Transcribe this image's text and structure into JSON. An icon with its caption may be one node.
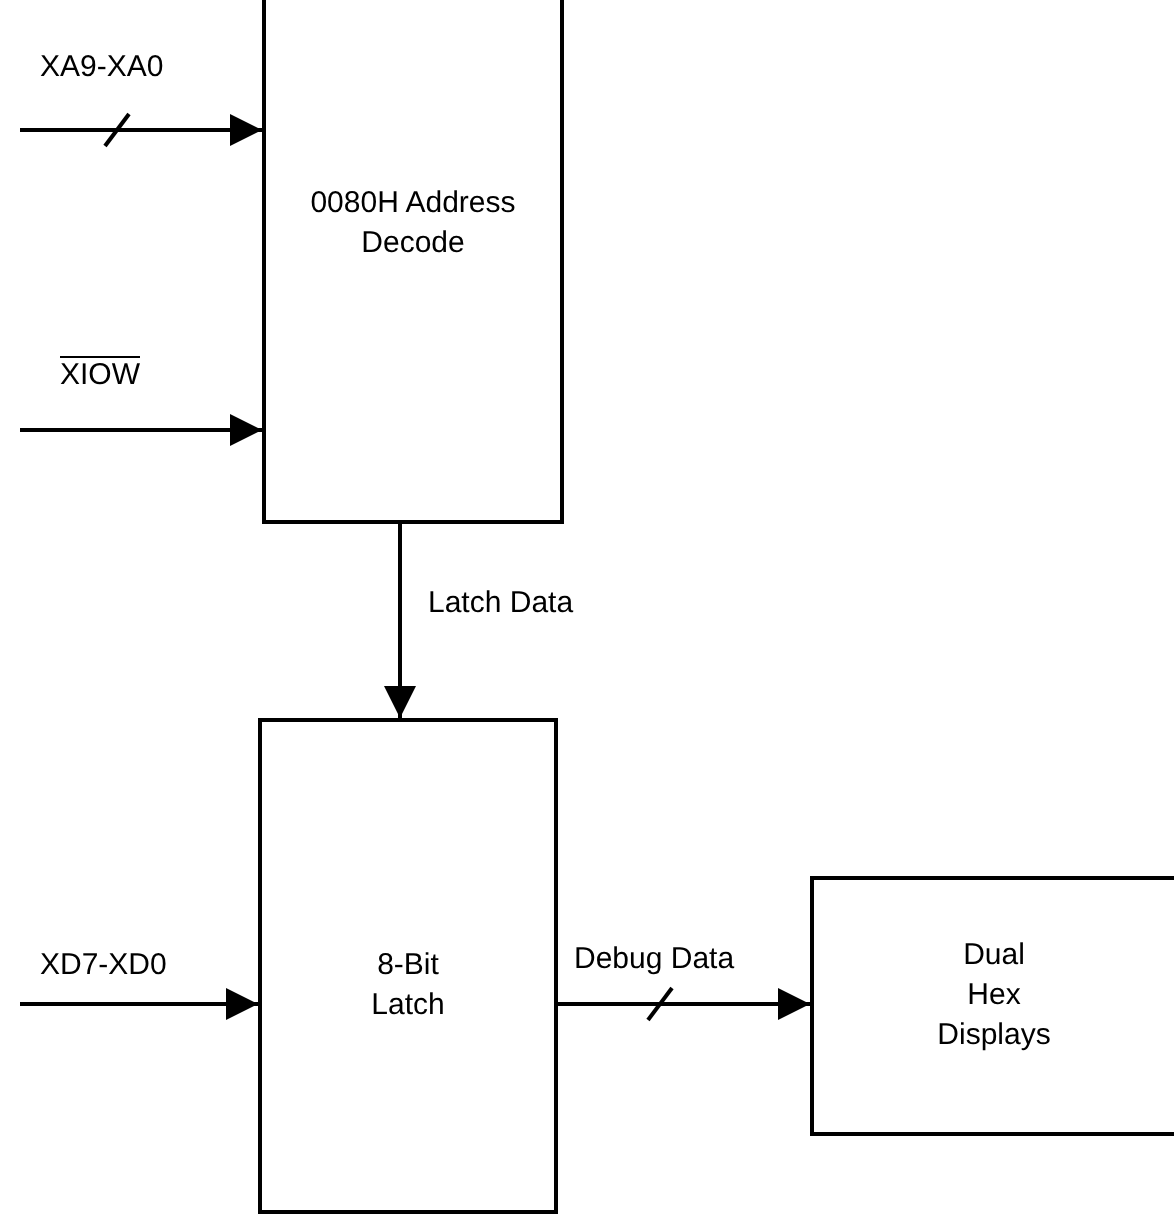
{
  "diagram": {
    "nodes": [
      {
        "text": [
          "0080H Address Decode"
        ]
      },
      {
        "text": [
          "8-Bit Latch"
        ]
      },
      {
        "text": [
          "Dual Hex Displays"
        ]
      }
    ],
    "edges": [
      {
        "from": null,
        "to": 0,
        "arrow": "to",
        "label": "XA9-XA0"
      },
      {
        "from": null,
        "to": 0,
        "arrow": "to",
        "label": "XIOW"
      },
      {
        "from": 0,
        "to": 1,
        "arrow": "to",
        "label": "Latch Data"
      },
      {
        "from": null,
        "to": 1,
        "arrow": "to",
        "label": "XD7-XD0"
      },
      {
        "from": 1,
        "to": 2,
        "arrow": "to",
        "label": "Debug Data"
      }
    ]
  }
}
